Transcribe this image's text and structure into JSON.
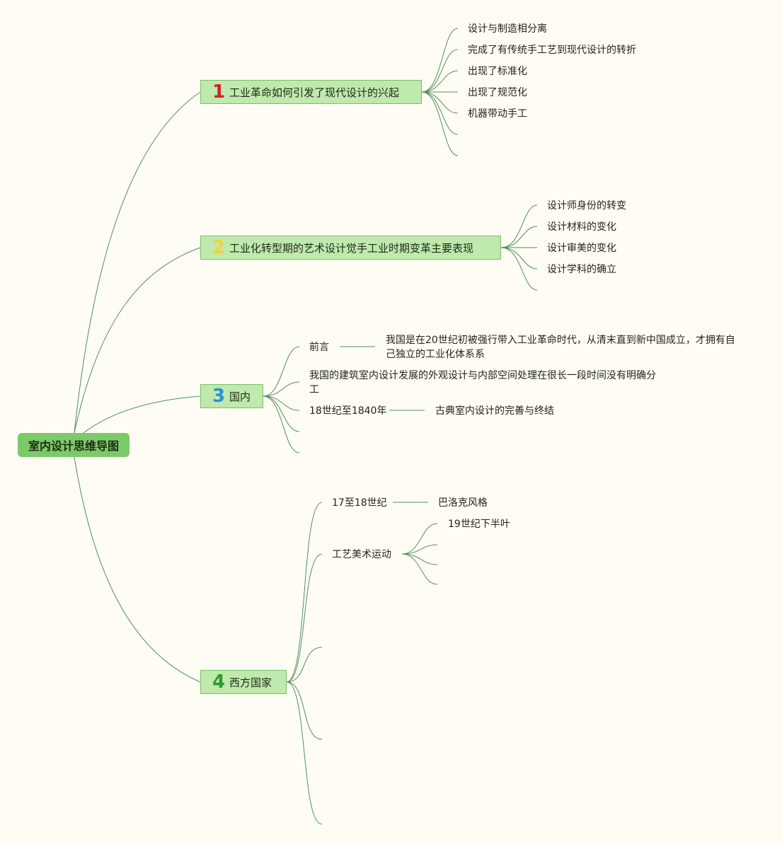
{
  "root": {
    "label": "室内设计思维导图"
  },
  "branches": [
    {
      "number": "1",
      "number_color": "#d1232a",
      "label": "工业革命如何引发了现代设计的兴起",
      "children": [
        "设计与制造相分离",
        "完成了有传统手工艺到现代设计的转折",
        "出现了标准化",
        "出现了规范化",
        "机器带动手工"
      ]
    },
    {
      "number": "2",
      "number_color": "#f2d23c",
      "label": "工业化转型期的艺术设计觉手工业时期变革主要表现",
      "children": [
        "设计师身份的转变",
        "设计材料的变化",
        "设计审美的变化",
        "设计学科的确立"
      ]
    },
    {
      "number": "3",
      "number_color": "#2a8fd6",
      "label": "国内",
      "preface": "前言",
      "preface_detail": "我国是在20世纪初被强行带入工业革命时代，从清末直到新中国成立，才拥有自己独立的工业化体系系",
      "note": "我国的建筑室内设计发展的外观设计与内部空间处理在很长一段时间没有明确分工",
      "period": "18世纪至1840年",
      "period_detail": "古典室内设计的完善与终结"
    },
    {
      "number": "4",
      "number_color": "#2c9c2f",
      "label": "西方国家",
      "period": "17至18世纪",
      "period_detail": "巴洛克风格",
      "movement": "工艺美术运动",
      "movement_detail": "19世纪下半叶"
    }
  ]
}
